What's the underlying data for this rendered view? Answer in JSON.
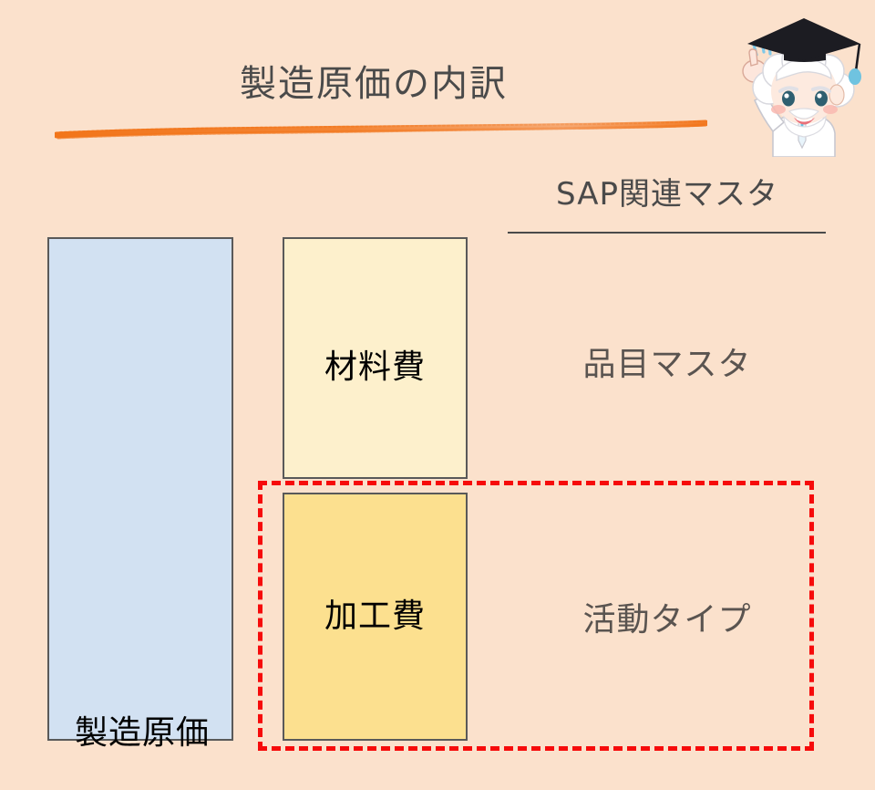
{
  "slide": {
    "title": "製造原価の内訳",
    "background_color": "#fbe1cc",
    "accent_color": "#f26d21",
    "highlight_color": "#f60b0b"
  },
  "left_column": {
    "total_box": {
      "label": "製造原価",
      "fill_color": "#d2e1f2"
    },
    "component_boxes": [
      {
        "label": "材料費",
        "fill_color": "#fdf0cc"
      },
      {
        "label": "加工費",
        "fill_color": "#fce08f"
      }
    ]
  },
  "right_column": {
    "heading": "SAP関連マスタ",
    "masters": [
      {
        "label": "品目マスタ",
        "maps_to": "材料費"
      },
      {
        "label": "活動タイプ",
        "maps_to": "加工費"
      }
    ]
  },
  "decorations": {
    "brush_underline": "orange-brush-stroke",
    "heading_rule": "thin-horizontal-rule",
    "highlight": "red-dashed-rectangle"
  },
  "character": {
    "name": "professor-mascot",
    "description": "白髪の博士キャラクター（角帽・指し棒）"
  }
}
